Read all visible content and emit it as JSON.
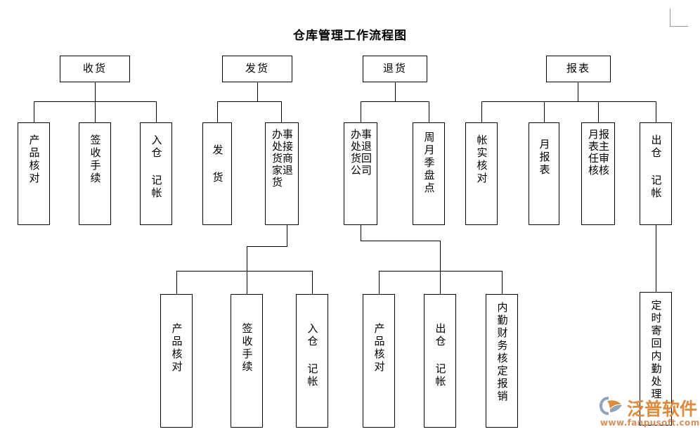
{
  "document": {
    "title": "仓库管理工作流程图",
    "type": "flowchart"
  },
  "chart_data": {
    "type": "diagram",
    "title": "仓库管理工作流程图",
    "nodes": [
      {
        "id": "n1",
        "label": "收货",
        "level": 1,
        "group": "receiving"
      },
      {
        "id": "n2",
        "label": "发货",
        "level": 1,
        "group": "shipping"
      },
      {
        "id": "n3",
        "label": "退货",
        "level": 1,
        "group": "returns"
      },
      {
        "id": "n4",
        "label": "报表",
        "level": 1,
        "group": "reports"
      },
      {
        "id": "n5",
        "label": "产品核对",
        "level": 2,
        "group": "receiving"
      },
      {
        "id": "n6",
        "label": "签收手续",
        "level": 2,
        "group": "receiving"
      },
      {
        "id": "n7",
        "label": "入仓 记帐",
        "level": 2,
        "group": "receiving"
      },
      {
        "id": "n8",
        "label": "发 货",
        "level": 2,
        "group": "shipping"
      },
      {
        "id": "n9",
        "label": "办事处接商家退货",
        "level": 2,
        "group": "shipping"
      },
      {
        "id": "n10",
        "label": "办事处退货回公司",
        "level": 2,
        "group": "returns"
      },
      {
        "id": "n11",
        "label": "周月季盘点",
        "level": 2,
        "group": "returns"
      },
      {
        "id": "n12",
        "label": "帐实核对",
        "level": 2,
        "group": "reports"
      },
      {
        "id": "n13",
        "label": "月报表",
        "level": 2,
        "group": "reports"
      },
      {
        "id": "n14",
        "label": "报表主任审核",
        "level": 2,
        "group": "reports"
      },
      {
        "id": "n15",
        "label": "出仓 记帐",
        "level": 2,
        "group": "reports"
      },
      {
        "id": "n16",
        "label": "产品核对",
        "level": 3,
        "group": "shipping"
      },
      {
        "id": "n17",
        "label": "签收手续",
        "level": 3,
        "group": "shipping"
      },
      {
        "id": "n18",
        "label": "入仓 记帐",
        "level": 3,
        "group": "shipping"
      },
      {
        "id": "n19",
        "label": "产品核对",
        "level": 3,
        "group": "returns"
      },
      {
        "id": "n20",
        "label": "出仓 记帐",
        "level": 3,
        "group": "returns"
      },
      {
        "id": "n21",
        "label": "内勤财务核定报销",
        "level": 3,
        "group": "returns"
      },
      {
        "id": "n22",
        "label": "定时寄回内勤处理",
        "level": 3,
        "group": "reports"
      }
    ],
    "edges": [
      {
        "from": "n1",
        "to": "n5"
      },
      {
        "from": "n1",
        "to": "n6"
      },
      {
        "from": "n1",
        "to": "n7"
      },
      {
        "from": "n2",
        "to": "n8"
      },
      {
        "from": "n2",
        "to": "n9"
      },
      {
        "from": "n3",
        "to": "n10"
      },
      {
        "from": "n3",
        "to": "n11"
      },
      {
        "from": "n4",
        "to": "n12"
      },
      {
        "from": "n4",
        "to": "n13"
      },
      {
        "from": "n4",
        "to": "n14"
      },
      {
        "from": "n4",
        "to": "n15"
      },
      {
        "from": "n9",
        "to": "n16"
      },
      {
        "from": "n9",
        "to": "n17"
      },
      {
        "from": "n9",
        "to": "n18"
      },
      {
        "from": "n10",
        "to": "n19"
      },
      {
        "from": "n10",
        "to": "n20"
      },
      {
        "from": "n10",
        "to": "n21"
      },
      {
        "from": "n15",
        "to": "n22"
      }
    ]
  },
  "boxes": {
    "top": {
      "receiving": "收货",
      "shipping": "发货",
      "returns": "退货",
      "reports": "报表"
    },
    "receiving_children": {
      "product_check": "产品核对",
      "sign_receipt": "签收手续",
      "warehouse_in": "入仓 记帐"
    },
    "shipping_children": {
      "ship_goods": "发 货",
      "office_accept_col_right": "事接商退",
      "office_accept_col_left": "办处货家货"
    },
    "returns_children": {
      "office_return_col_right": "事退回司",
      "office_return_col_left": "办处货公",
      "inventory_count": "周月季盘点"
    },
    "reports_children": {
      "account_check": "帐实核对",
      "monthly_report": "月报表",
      "approval_col_right": "报主审核",
      "approval_col_left": "月表任核",
      "warehouse_out": "出仓 记帐"
    },
    "shipping_grandchildren": {
      "product_check": "产品核对",
      "sign_receipt": "签收手续",
      "warehouse_in": "入仓 记帐"
    },
    "returns_grandchildren": {
      "product_check": "产品核对",
      "warehouse_out": "出仓 记帐",
      "finance_approval": "内勤财务核定报销"
    },
    "reports_grandchildren": {
      "mail_back": "定时寄回内勤处理"
    }
  },
  "watermark": {
    "brand": "泛普软件",
    "url": "www.fanpusoft.com"
  },
  "colors": {
    "line": "#000000",
    "text": "#000000",
    "background": "#ffffff",
    "watermark_orange": "#e08a3c",
    "watermark_blue": "#8fa3c0",
    "corner_mark": "#9a9a9a"
  }
}
